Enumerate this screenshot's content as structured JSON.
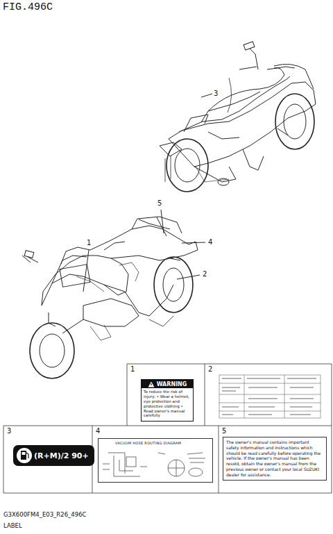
{
  "diagram": {
    "title": "FIG.496C",
    "nodes": [
      {
        "text": [
          "1"
        ]
      },
      {
        "text": [
          "WARNING",
          "To reduce the risk of injury: • Wear a helmet, eye protection and protective clothing • Read owner's manual carefully"
        ],
        "in": 0
      },
      {
        "text": [
          "2"
        ]
      },
      {
        "text": [
          "3"
        ]
      },
      {
        "text": [
          "(R+M)/2 90+"
        ],
        "in": 3
      },
      {
        "text": [
          "4"
        ]
      },
      {
        "text": [
          "VACUUM HOSE ROUTING DIAGRAM"
        ],
        "in": 5
      },
      {
        "text": [
          "5"
        ]
      },
      {
        "text": [
          "The owner's manual contains important safety information and instructions which should be read carefully before operating the vehicle. If the owner's manual has been resold, obtain the owner's manual from the previous owner or contact your local SUZUKI dealer for assistance."
        ],
        "in": 7
      }
    ],
    "edges": [],
    "labels": [
      "3",
      "5",
      "1",
      "4",
      "2",
      "G3X600FM4_E03_R26_496C",
      "LABEL"
    ]
  }
}
